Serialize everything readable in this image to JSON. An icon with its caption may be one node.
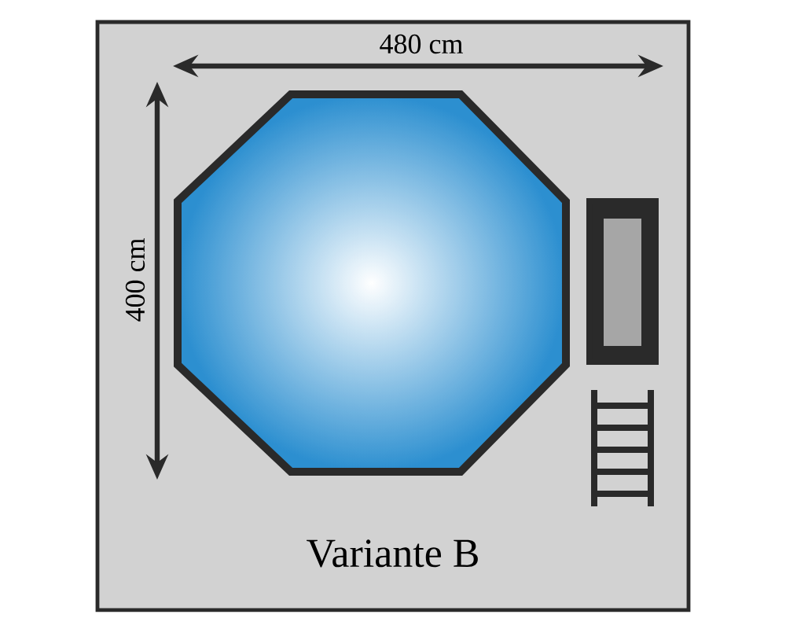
{
  "diagram": {
    "caption": "Variante B",
    "labels": [
      "480 cm",
      "400 cm"
    ]
  }
}
